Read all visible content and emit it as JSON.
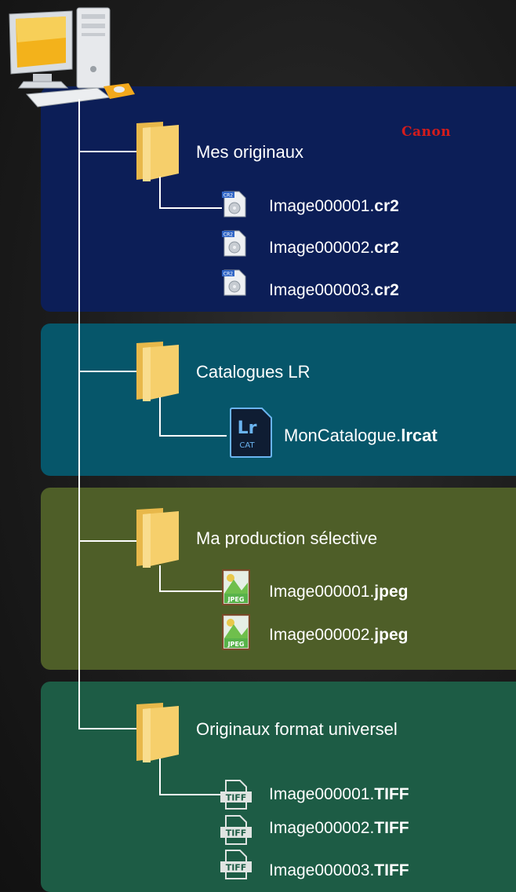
{
  "brand": "Canon",
  "groups": [
    {
      "folder": "Mes originaux",
      "files": [
        {
          "base": "Image000001.",
          "ext": "cr2",
          "badge": "CR2"
        },
        {
          "base": "Image000002.",
          "ext": "cr2",
          "badge": "CR2"
        },
        {
          "base": "Image000003.",
          "ext": "cr2",
          "badge": "CR2"
        }
      ]
    },
    {
      "folder": "Catalogues LR",
      "files": [
        {
          "base": "MonCatalogue.",
          "ext": "lrcat",
          "badge_top": "Lr",
          "badge_bottom": "CAT"
        }
      ]
    },
    {
      "folder": "Ma production sélective",
      "files": [
        {
          "base": "Image000001.",
          "ext": "jpeg",
          "badge": "JPEG"
        },
        {
          "base": "Image000002.",
          "ext": "jpeg",
          "badge": "JPEG"
        }
      ]
    },
    {
      "folder": "Originaux format universel",
      "files": [
        {
          "base": "Image000001.",
          "ext": "TIFF",
          "badge": "TIFF"
        },
        {
          "base": "Image000002.",
          "ext": "TIFF",
          "badge": "TIFF"
        },
        {
          "base": "Image000003.",
          "ext": "TIFF",
          "badge": "TIFF"
        }
      ]
    }
  ],
  "colors": {
    "panel_blue": "#0c1e57",
    "panel_teal": "#06566a",
    "panel_olive": "#4e5e28",
    "panel_green": "#1d5c45",
    "folder": "#f6cf6b",
    "canon_red": "#d41c1c"
  }
}
